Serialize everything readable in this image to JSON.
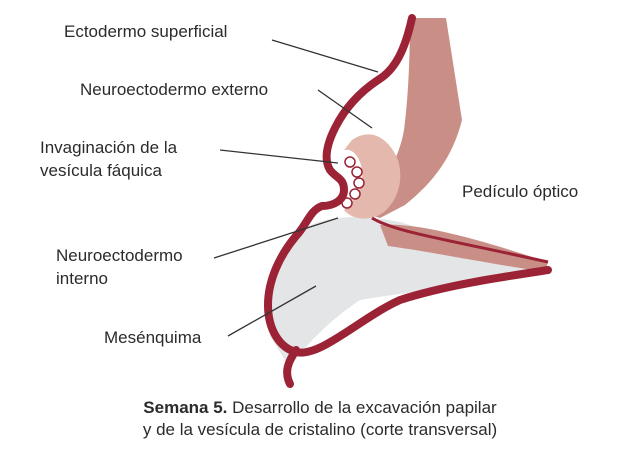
{
  "labels": {
    "ectodermo": "Ectodermo superficial",
    "neuro_externo": "Neuroectodermo externo",
    "invaginacion_1": "Invaginación de la",
    "invaginacion_2": "vesícula fáquica",
    "pediculo": "Pedículo óptico",
    "neuro_interno_1": "Neuroectodermo",
    "neuro_interno_2": "interno",
    "mesenquima": "Mesénquima"
  },
  "caption": {
    "bold": "Semana 5.",
    "line1_rest": " Desarrollo de la excavación papilar",
    "line2": "y de la vesícula de cristalino (corte transversal)"
  },
  "colors": {
    "ectoderm_red": "#9b2335",
    "stalk_pink": "#c98f87",
    "lens_pink": "#e4b8ad",
    "mesenchyme_grey": "#e3e5e6",
    "leader_line": "#333333"
  }
}
